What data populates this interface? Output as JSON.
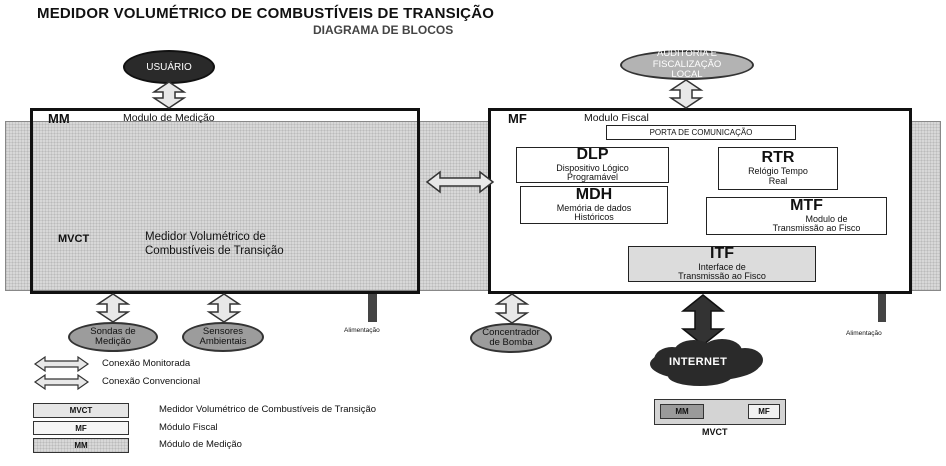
{
  "header": {
    "title": "MEDIDOR VOLUMÉTRICO DE COMBUSTÍVEIS DE TRANSIÇÃO",
    "subtitle": "DIAGRAMA DE BLOCOS"
  },
  "nodes": {
    "usuario": "USUÁRIO",
    "auditoria": "AUDITORIA E\nFISCALIZAÇÃO\nLOCAL",
    "sondas": "Sondas de\nMedição",
    "sensores": "Sensores\nAmbientais",
    "concentrador": "Concentrador\nde Bomba",
    "internet": "INTERNET"
  },
  "mm": {
    "abbr": "MM",
    "label": "Modulo de Medição",
    "mvct_abbr": "MVCT",
    "mvct_line1": "Medidor Volumétrico de",
    "mvct_line2": "Combustíveis de Transição",
    "power": "Alimentação"
  },
  "mf": {
    "abbr": "MF",
    "label": "Modulo Fiscal",
    "port": "PORTA DE COMUNICAÇÃO",
    "dlp": {
      "title": "DLP",
      "line1": "Dispositivo Lógico",
      "line2": "Programável"
    },
    "rtr": {
      "title": "RTR",
      "line1": "Relógio Tempo",
      "line2": "Real"
    },
    "mdh": {
      "title": "MDH",
      "line1": "Memória de dados",
      "line2": "Históricos"
    },
    "mtf": {
      "title": "MTF",
      "line1": "Modulo de",
      "line2": "Transmissão ao Fisco"
    },
    "itf": {
      "title": "ITF",
      "line1": "Interface de",
      "line2": "Transmissão ao Fisco"
    },
    "power": "Alimentação"
  },
  "legend": {
    "monitorada": "Conexão Monitorada",
    "convencional": "Conexão Convencional",
    "mvct_abbr": "MVCT",
    "mvct_desc": "Medidor Volumétrico de Combustíveis de Transição",
    "mf_abbr": "MF",
    "mf_desc": "Módulo Fiscal",
    "mm_abbr": "MM",
    "mm_desc": "Módulo de Medição"
  },
  "mini": {
    "mm": "MM",
    "mf": "MF",
    "label": "MVCT"
  },
  "colors": {
    "dark": "#2a2a2a",
    "grey": "#9c9c9c",
    "panel": "#d8d8d8",
    "arrow_light": "#e8e8e8",
    "arrow_dark": "#333333"
  }
}
